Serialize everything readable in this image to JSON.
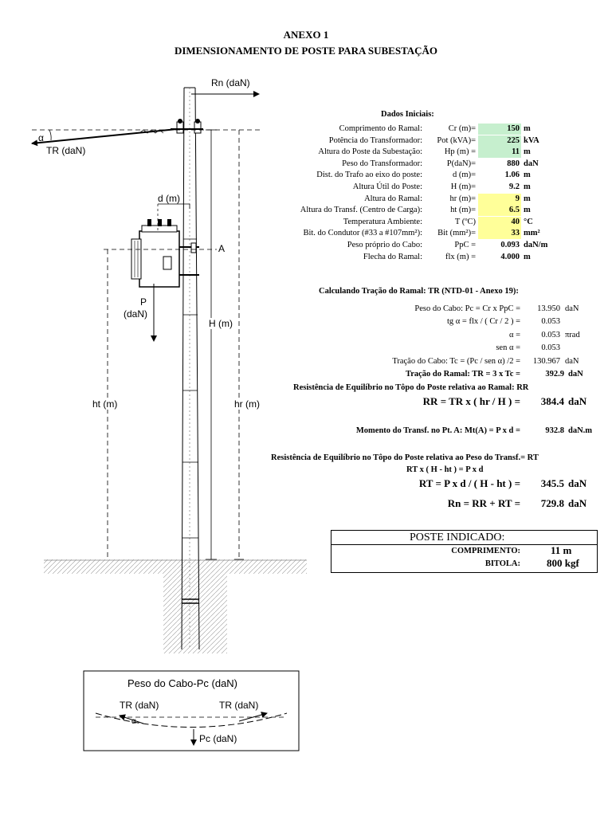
{
  "header": {
    "annex": "ANEXO 1",
    "title": "DIMENSIONAMENTO DE POSTE PARA SUBESTAÇÃO"
  },
  "diagram": {
    "rn": "Rn (daN)",
    "alpha": "α",
    "tr": "TR (daN)",
    "d": "d (m)",
    "a": "A",
    "p": "P",
    "p_unit": "(daN)",
    "h": "H (m)",
    "ht": "ht (m)",
    "hr": "hr (m)"
  },
  "cable": {
    "title": "Peso do Cabo-Pc (daN)",
    "tr_left": "TR (daN)",
    "tr_right": "TR (daN)",
    "alpha": "α",
    "pc": "Pc (daN)"
  },
  "inputs": {
    "title": "Dados Iniciais:",
    "rows": [
      {
        "label": "Comprimento do Ramal:",
        "sym": "Cr (m)=",
        "val": "150",
        "unit": "m",
        "hl": "green"
      },
      {
        "label": "Potência do Transformador:",
        "sym": "Pot (kVA)=",
        "val": "225",
        "unit": "kVA",
        "hl": "green"
      },
      {
        "label": "Altura do Poste da Subestação:",
        "sym": "Hp (m) =",
        "val": "11",
        "unit": "m",
        "hl": "green"
      },
      {
        "label": "Peso do Transformador:",
        "sym": "P(daN)=",
        "val": "880",
        "unit": "daN",
        "hl": ""
      },
      {
        "label": "Dist. do Trafo ao eixo do poste:",
        "sym": "d (m)=",
        "val": "1.06",
        "unit": "m",
        "hl": ""
      },
      {
        "label": "Altura Útil do Poste:",
        "sym": "H (m)=",
        "val": "9.2",
        "unit": "m",
        "hl": ""
      },
      {
        "label": "Altura do Ramal:",
        "sym": "hr (m)=",
        "val": "9",
        "unit": "m",
        "hl": "yellow"
      },
      {
        "label": "Altura do Transf. (Centro de Carga):",
        "sym": "ht (m)=",
        "val": "6.5",
        "unit": "m",
        "hl": "yellow"
      },
      {
        "label": "Temperatura Ambiente:",
        "sym": "T (ºC)",
        "val": "40",
        "unit": "°C",
        "hl": "yellow"
      },
      {
        "label": "Bit. do Condutor (#33 a #107mm²):",
        "sym": "Bit (mm²)=",
        "val": "33",
        "unit": "mm²",
        "hl": "yellow"
      },
      {
        "label": "Peso próprio do Cabo:",
        "sym": "PpC =",
        "val": "0.093",
        "unit": "daN/m",
        "hl": ""
      },
      {
        "label": "Flecha do Ramal:",
        "sym": "flx (m) =",
        "val": "4.000",
        "unit": "m",
        "hl": ""
      }
    ]
  },
  "calc": {
    "heading": "Calculando Tração do Ramal:  TR (NTD-01 - Anexo 19):",
    "rows": [
      {
        "label": "Peso do Cabo: Pc = Cr x PpC =",
        "val": "13.950",
        "unit": "daN"
      },
      {
        "label": "tg α = flx / ( Cr / 2 ) =",
        "val": "0.053",
        "unit": ""
      },
      {
        "label": "α =",
        "val": "0.053",
        "unit": "πrad"
      },
      {
        "label": "sen α =",
        "val": "0.053",
        "unit": ""
      },
      {
        "label": "Tração do Cabo: Tc = (Pc / sen α) /2 =",
        "val": "130.967",
        "unit": "daN"
      }
    ],
    "tr_label": "Tração do Ramal: TR = 3 x Tc =",
    "tr_val": "392.9",
    "tr_unit": "daN",
    "rr_heading": "Resistência de Equilíbrio no Tôpo do Poste relativa ao Ramal: RR",
    "rr_label": "RR = TR x ( hr / H ) =",
    "rr_val": "384.4",
    "rr_unit": "daN",
    "mt_label": "Momento do Transf. no Pt. A: Mt(A) = P x d =",
    "mt_val": "932.8",
    "mt_unit": "daN.m",
    "rt_heading": "Resistência de Equilíbrio no Tôpo do Poste relativa ao Peso do Transf.= RT",
    "rt_eq": "RT x ( H - ht ) = P x d",
    "rt_label": "RT = P x d / ( H - ht ) =",
    "rt_val": "345.5",
    "rt_unit": "daN",
    "rn_label": "Rn = RR + RT =",
    "rn_val": "729.8",
    "rn_unit": "daN"
  },
  "result": {
    "title": "POSTE INDICADO:",
    "len_label": "COMPRIMENTO:",
    "len_val": "11  m",
    "bit_label": "BITOLA:",
    "bit_val": "800  kgf"
  }
}
